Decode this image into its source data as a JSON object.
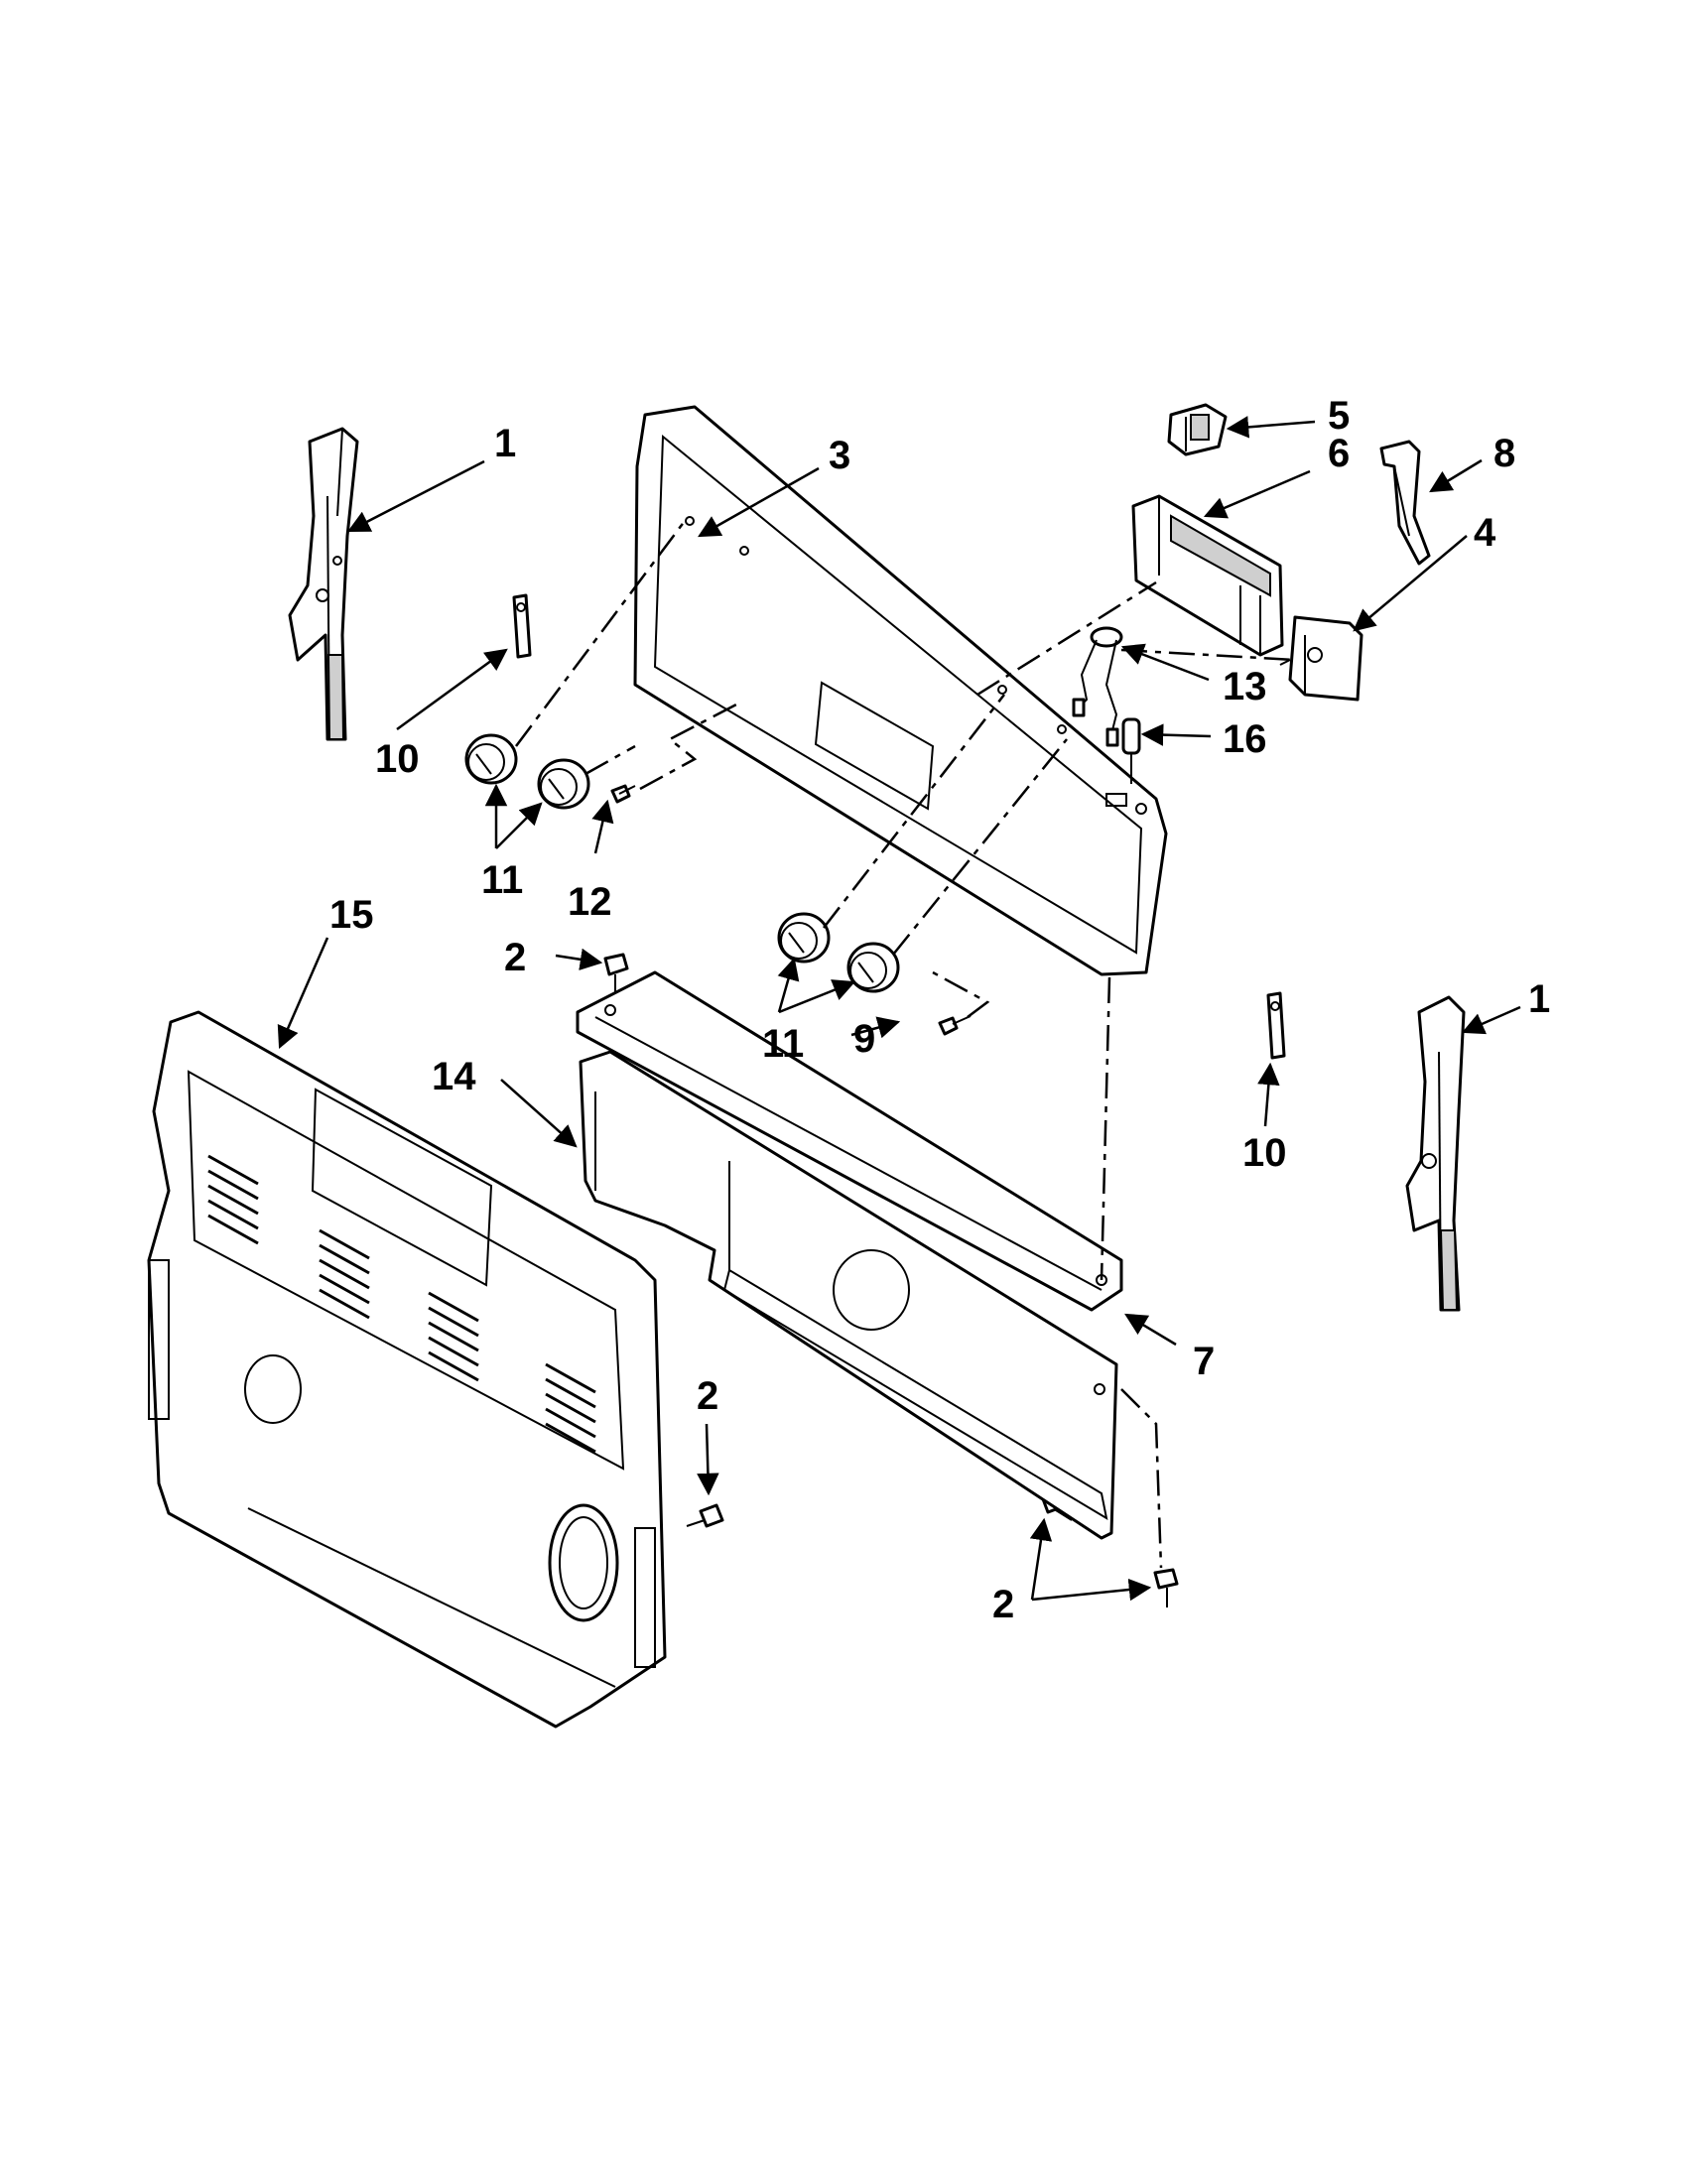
{
  "diagram": {
    "callouts": [
      {
        "id": "c-1-left",
        "text": "1"
      },
      {
        "id": "c-1-right",
        "text": "1"
      },
      {
        "id": "c-2-top",
        "text": "2"
      },
      {
        "id": "c-2-mid",
        "text": "2"
      },
      {
        "id": "c-2-bottom",
        "text": "2"
      },
      {
        "id": "c-3",
        "text": "3"
      },
      {
        "id": "c-4",
        "text": "4"
      },
      {
        "id": "c-5",
        "text": "5"
      },
      {
        "id": "c-6",
        "text": "6"
      },
      {
        "id": "c-7",
        "text": "7"
      },
      {
        "id": "c-8",
        "text": "8"
      },
      {
        "id": "c-9",
        "text": "9"
      },
      {
        "id": "c-10-left",
        "text": "10"
      },
      {
        "id": "c-10-right",
        "text": "10"
      },
      {
        "id": "c-11-left",
        "text": "11"
      },
      {
        "id": "c-11-right",
        "text": "11"
      },
      {
        "id": "c-12",
        "text": "12"
      },
      {
        "id": "c-13",
        "text": "13"
      },
      {
        "id": "c-14",
        "text": "14"
      },
      {
        "id": "c-15",
        "text": "15"
      },
      {
        "id": "c-16",
        "text": "16"
      }
    ]
  }
}
